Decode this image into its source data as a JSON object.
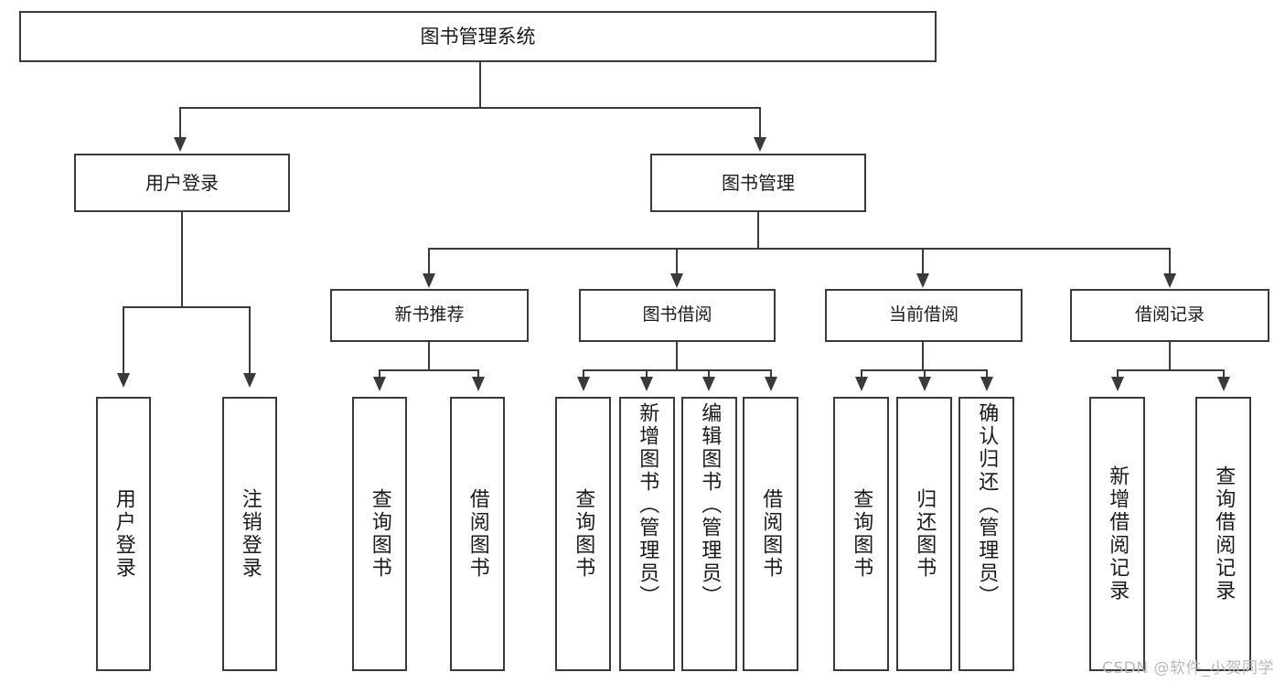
{
  "diagram": {
    "title": "图书管理系统",
    "type": "tree",
    "root": {
      "label": "图书管理系统"
    },
    "level2": [
      {
        "id": "user-login",
        "label": "用户登录"
      },
      {
        "id": "book-management",
        "label": "图书管理"
      }
    ],
    "level3": [
      {
        "id": "new-book-recommend",
        "label": "新书推荐",
        "parent": "book-management"
      },
      {
        "id": "book-borrow",
        "label": "图书借阅",
        "parent": "book-management"
      },
      {
        "id": "current-borrow",
        "label": "当前借阅",
        "parent": "book-management"
      },
      {
        "id": "borrow-record",
        "label": "借阅记录",
        "parent": "book-management"
      }
    ],
    "leaves": [
      {
        "id": "leaf-user-login",
        "label": "用户登录",
        "parent": "user-login"
      },
      {
        "id": "leaf-logout-login",
        "label": "注销登录",
        "parent": "user-login"
      },
      {
        "id": "leaf-query-book-1",
        "label": "查询图书",
        "parent": "new-book-recommend"
      },
      {
        "id": "leaf-borrow-book-1",
        "label": "借阅图书",
        "parent": "new-book-recommend"
      },
      {
        "id": "leaf-query-book-2",
        "label": "查询图书",
        "parent": "book-borrow"
      },
      {
        "id": "leaf-add-book-admin",
        "label": "新增图书（管理员）",
        "parent": "book-borrow"
      },
      {
        "id": "leaf-edit-book-admin",
        "label": "编辑图书（管理员）",
        "parent": "book-borrow"
      },
      {
        "id": "leaf-borrow-book-2",
        "label": "借阅图书",
        "parent": "book-borrow"
      },
      {
        "id": "leaf-query-book-3",
        "label": "查询图书",
        "parent": "current-borrow"
      },
      {
        "id": "leaf-return-book",
        "label": "归还图书",
        "parent": "current-borrow"
      },
      {
        "id": "leaf-confirm-return-admin",
        "label": "确认归还（管理员）",
        "parent": "current-borrow"
      },
      {
        "id": "leaf-add-borrow-record",
        "label": "新增借阅记录",
        "parent": "borrow-record"
      },
      {
        "id": "leaf-query-borrow-record",
        "label": "查询借阅记录",
        "parent": "borrow-record"
      }
    ]
  },
  "watermark": {
    "text": "CSDN @软件_小贺同学"
  },
  "colors": {
    "border": "#3a3a3a",
    "background": "#ffffff",
    "text": "#1a1a1a",
    "watermark": "#b9b9b9"
  }
}
